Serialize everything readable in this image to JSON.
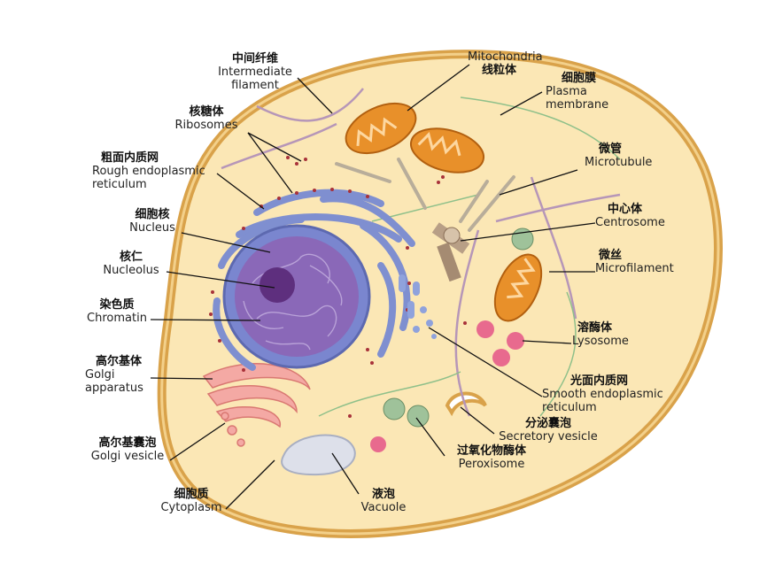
{
  "labels": {
    "intermediate_filament": {
      "zh": "中间纤维",
      "en": "Intermediate filament"
    },
    "ribosomes": {
      "zh": "核糖体",
      "en": "Ribosomes"
    },
    "rough_er": {
      "zh": "粗面内质网",
      "en": "Rough endoplasmic reticulum"
    },
    "nucleus": {
      "zh": "细胞核",
      "en": "Nucleus"
    },
    "nucleolus": {
      "zh": "核仁",
      "en": "Nucleolus"
    },
    "chromatin": {
      "zh": "染色质",
      "en": "Chromatin"
    },
    "golgi_apparatus": {
      "zh": "高尔基体",
      "en": "Golgi apparatus"
    },
    "golgi_vesicle": {
      "zh": "高尔基囊泡",
      "en": "Golgi vesicle"
    },
    "cytoplasm": {
      "zh": "细胞质",
      "en": "Cytoplasm"
    },
    "vacuole": {
      "zh": "液泡",
      "en": "Vacuole"
    },
    "peroxisome": {
      "zh": "过氧化物酶体",
      "en": "Peroxisome"
    },
    "secretory_vesicle": {
      "zh": "分泌囊泡",
      "en": "Secretory vesicle"
    },
    "smooth_er": {
      "zh": "光面内质网",
      "en": "Smooth endoplasmic reticulum"
    },
    "lysosome": {
      "zh": "溶酶体",
      "en": "Lysosome"
    },
    "microfilament": {
      "zh": "微丝",
      "en": "Microfilament"
    },
    "centrosome": {
      "zh": "中心体",
      "en": "Centrosome"
    },
    "microtubule": {
      "zh": "微管",
      "en": "Microtubule"
    },
    "plasma_membrane": {
      "zh": "细胞膜",
      "en": "Plasma membrane"
    },
    "mitochondria": {
      "zh": "线粒体",
      "en": "Mitochondria"
    }
  },
  "colors": {
    "cytoplasm": "#fbe7b5",
    "membrane": "#d9a24a",
    "nucleus": "#8a68b8",
    "nucleolus": "#5e2f7e",
    "er": "#7f8fd0",
    "ribosome": "#a8323a",
    "mitochondria": "#e8902a",
    "golgi": "#f4a9a4",
    "lysosome": "#e86a8e",
    "peroxisome": "#9fc29a",
    "vacuole": "#dde0ea",
    "leader": "#111111"
  }
}
